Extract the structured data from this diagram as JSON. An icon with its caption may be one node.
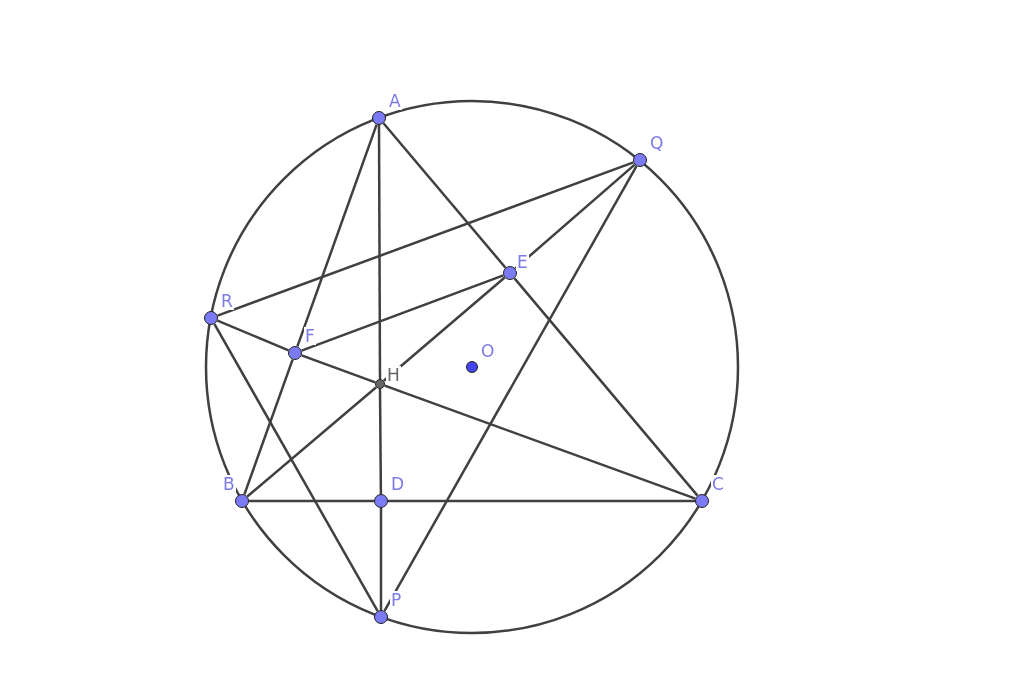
{
  "diagram": {
    "nodes": [
      {
        "text": [
          "A"
        ]
      },
      {
        "text": [
          "Q"
        ]
      },
      {
        "text": [
          "E"
        ]
      },
      {
        "text": [
          "R"
        ]
      },
      {
        "text": [
          "F"
        ]
      },
      {
        "text": [
          "H"
        ]
      },
      {
        "text": [
          "O"
        ]
      },
      {
        "text": [
          "B"
        ]
      },
      {
        "text": [
          "D"
        ]
      },
      {
        "text": [
          "C"
        ]
      },
      {
        "text": [
          "P"
        ]
      }
    ],
    "edges": [
      {
        "from": 0,
        "to": 5,
        "arrow": "none"
      },
      {
        "from": 5,
        "to": 8,
        "arrow": "none"
      },
      {
        "from": 8,
        "to": 10,
        "arrow": "none"
      },
      {
        "from": 0,
        "to": 2,
        "arrow": "none"
      },
      {
        "from": 2,
        "to": 9,
        "arrow": "none"
      },
      {
        "from": 0,
        "to": 4,
        "arrow": "none"
      },
      {
        "from": 4,
        "to": 7,
        "arrow": "none"
      },
      {
        "from": 7,
        "to": 8,
        "arrow": "none"
      },
      {
        "from": 8,
        "to": 9,
        "arrow": "none"
      },
      {
        "from": 3,
        "to": 1,
        "arrow": "none"
      },
      {
        "from": 3,
        "to": 4,
        "arrow": "none"
      },
      {
        "from": 4,
        "to": 5,
        "arrow": "none"
      },
      {
        "from": 5,
        "to": 9,
        "arrow": "none"
      },
      {
        "from": 3,
        "to": 10,
        "arrow": "none"
      },
      {
        "from": 4,
        "to": 2,
        "arrow": "none"
      },
      {
        "from": 7,
        "to": 5,
        "arrow": "none"
      },
      {
        "from": 5,
        "to": 2,
        "arrow": "none"
      },
      {
        "from": 2,
        "to": 1,
        "arrow": "none"
      },
      {
        "from": 1,
        "to": 10,
        "arrow": "none"
      }
    ]
  }
}
